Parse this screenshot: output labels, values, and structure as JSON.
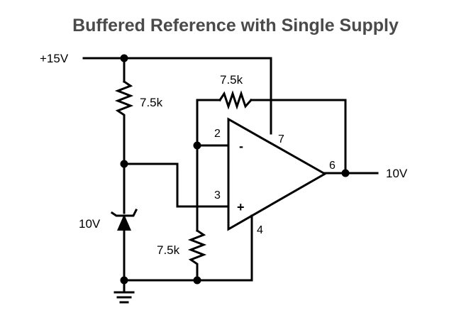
{
  "title": "Buffered Reference with Single Supply",
  "supply_label": "+15V",
  "output_label": "10V",
  "zener_label": "10V",
  "resistors": {
    "r_top": "7.5k",
    "r_feedback": "7.5k",
    "r_bottom": "7.5k"
  },
  "pins": {
    "inverting": "2",
    "non_inverting": "3",
    "output": "6",
    "v_plus": "7",
    "v_minus": "4"
  },
  "signs": {
    "minus": "-",
    "plus": "+"
  }
}
